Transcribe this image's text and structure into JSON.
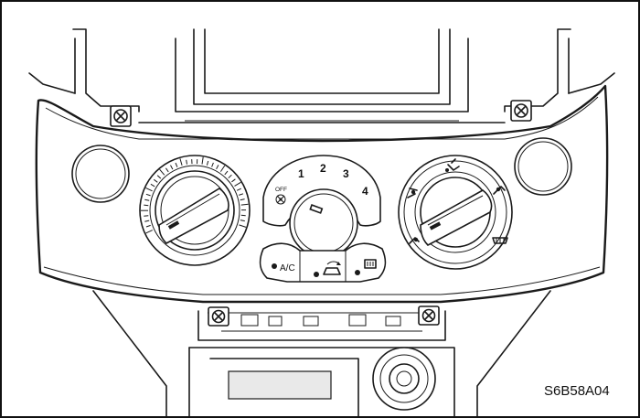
{
  "figure_code": "S6B58A04",
  "fan_speeds": [
    "1",
    "2",
    "3",
    "4"
  ],
  "fan_off_label": "OFF",
  "ac_label": "A/C",
  "mode_icons": [
    "face-vent-icon",
    "bi-level-icon",
    "floor-icon",
    "floor-defrost-icon",
    "defrost-icon"
  ],
  "buttons": [
    "ac-button",
    "recirculation-button",
    "rear-defog-button"
  ]
}
